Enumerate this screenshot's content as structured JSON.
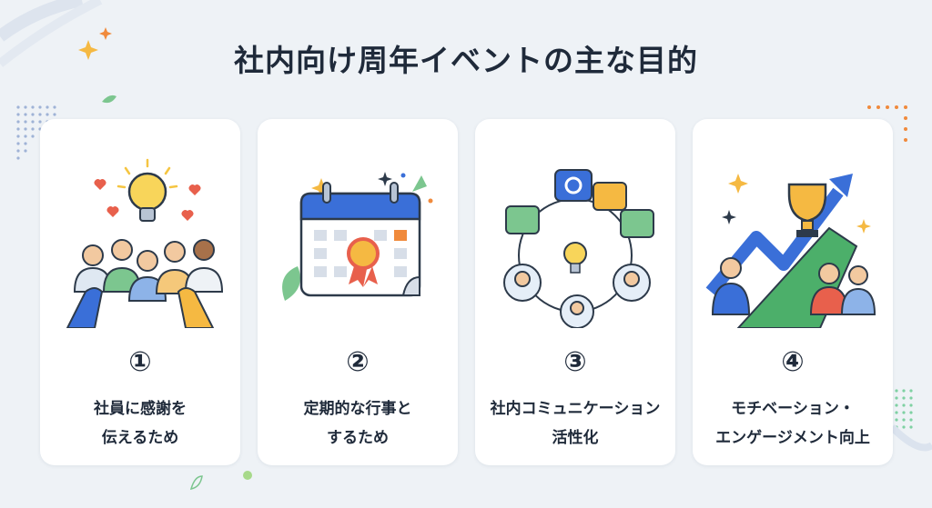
{
  "title": "社内向け周年イベントの主な目的",
  "cards": [
    {
      "number": "①",
      "line1": "社員に感謝を",
      "line2": "伝えるため",
      "icon": "appreciation-icon"
    },
    {
      "number": "②",
      "line1": "定期的な行事と",
      "line2": "するため",
      "icon": "calendar-icon"
    },
    {
      "number": "③",
      "line1": "社内コミュニケーション",
      "line2": "活性化",
      "icon": "communication-icon"
    },
    {
      "number": "④",
      "line1": "モチベーション・",
      "line2": "エンゲージメント向上",
      "icon": "trophy-icon"
    }
  ],
  "colors": {
    "background": "#eef2f6",
    "card": "#ffffff",
    "text": "#1f2a3a",
    "blue": "#3a6fd8",
    "green": "#4caf6a",
    "orange": "#f08a3c",
    "yellow": "#f5c542"
  }
}
